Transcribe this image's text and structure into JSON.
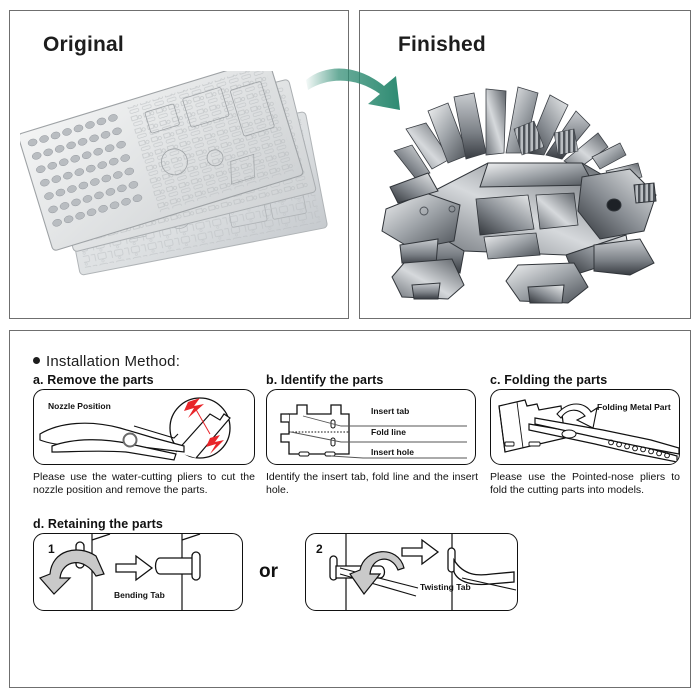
{
  "panels": {
    "original": {
      "title": "Original",
      "image_name": "metal-sprue-sheets-photo"
    },
    "finished": {
      "title": "Finished",
      "image_name": "assembled-metal-model-photo"
    },
    "arrow": {
      "name": "green-curved-arrow",
      "color": "#2E8B72"
    }
  },
  "instructions": {
    "heading": "Installation Method:",
    "or_label": "or",
    "steps": [
      {
        "id": "a",
        "title": "a. Remove the parts",
        "caption": "Please use the water-cutting pliers to cut the nozzle position and remove the parts.",
        "figure_labels": [
          "Nozzle Position"
        ],
        "accent_color": "#E8252A"
      },
      {
        "id": "b",
        "title": "b. Identify the parts",
        "caption": "Identify the insert tab, fold line and the insert hole.",
        "figure_labels": [
          "Insert tab",
          "Fold line",
          "Insert hole"
        ]
      },
      {
        "id": "c",
        "title": "c. Folding the parts",
        "caption": "Please use the Pointed-nose pliers to fold the cutting parts into models.",
        "figure_labels": [
          "Folding Metal Part"
        ]
      },
      {
        "id": "d",
        "title": "d. Retaining the parts",
        "caption": "",
        "figure_labels": [
          "Bending Tab",
          "Twisting Tab"
        ],
        "sub_figures": [
          {
            "number": "1",
            "label": "Bending Tab"
          },
          {
            "number": "2",
            "label": "Twisting Tab"
          }
        ]
      }
    ]
  }
}
